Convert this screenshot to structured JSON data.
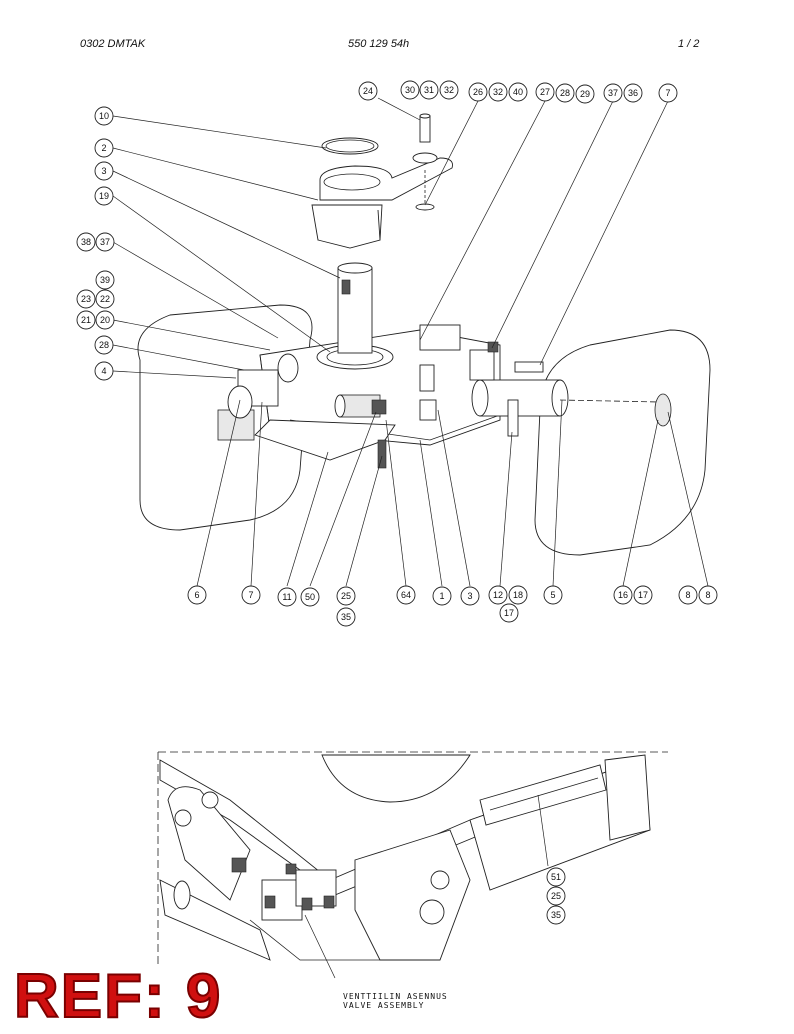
{
  "header": {
    "left": "0302  DMTAK",
    "center": "550 129 54h",
    "right": "1 /  2"
  },
  "callouts_top": [
    "24",
    "30",
    "31",
    "32",
    "26",
    "32",
    "40",
    "27",
    "28",
    "29",
    "37",
    "36",
    "7"
  ],
  "callouts_left": [
    "10",
    "2",
    "3",
    "19",
    "38",
    "37",
    "39",
    "23",
    "22",
    "21",
    "20",
    "28",
    "4"
  ],
  "callouts_bottom": [
    "6",
    "7",
    "11",
    "50",
    "25",
    "35",
    "64",
    "1",
    "3",
    "12",
    "18",
    "17",
    "5",
    "16",
    "17",
    "8",
    "8"
  ],
  "callouts_detail": [
    "51",
    "25",
    "35"
  ],
  "caption": {
    "line1": "VENTTIILIN ASENNUS",
    "line2": "VALVE ASSEMBLY"
  },
  "ref_label": "REF: 9"
}
